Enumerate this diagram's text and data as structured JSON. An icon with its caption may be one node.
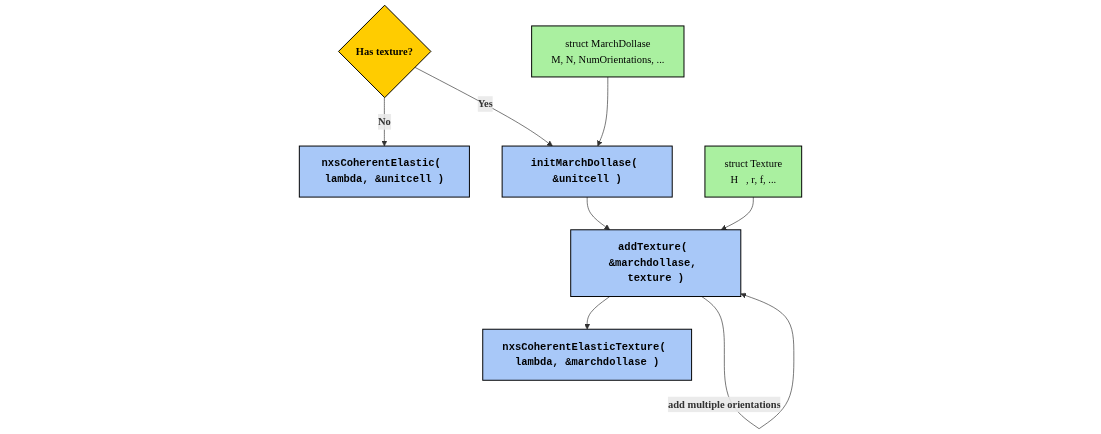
{
  "diagram": {
    "nodes": [
      {
        "text": [
          "Has texture?"
        ]
      },
      {
        "text": [
          "nxsCoherentElastic( lambda, &unitcell )"
        ]
      },
      {
        "text": [
          "initMarchDollase( &unitcell )"
        ]
      },
      {
        "text": [
          "struct MarchDollase",
          "M, N, NumOrientations, ..."
        ]
      },
      {
        "text": [
          "addTexture( &marchdollase, texture )"
        ]
      },
      {
        "text": [
          "struct Texture",
          "H⃗, r, f, ..."
        ]
      },
      {
        "text": [
          "nxsCoherentElasticTexture( lambda, &marchdollase )"
        ]
      }
    ],
    "edges": [
      {
        "from": 0,
        "to": 1,
        "arrow": "to",
        "label": "No"
      },
      {
        "from": 0,
        "to": 2,
        "arrow": "to",
        "label": "Yes"
      },
      {
        "from": 3,
        "to": 2,
        "arrow": "to"
      },
      {
        "from": 2,
        "to": 4,
        "arrow": "to"
      },
      {
        "from": 4,
        "to": 4,
        "arrow": "to",
        "label": "add multiple orientations"
      },
      {
        "from": 5,
        "to": 4,
        "arrow": "to"
      },
      {
        "from": 4,
        "to": 6,
        "arrow": "to"
      }
    ]
  }
}
